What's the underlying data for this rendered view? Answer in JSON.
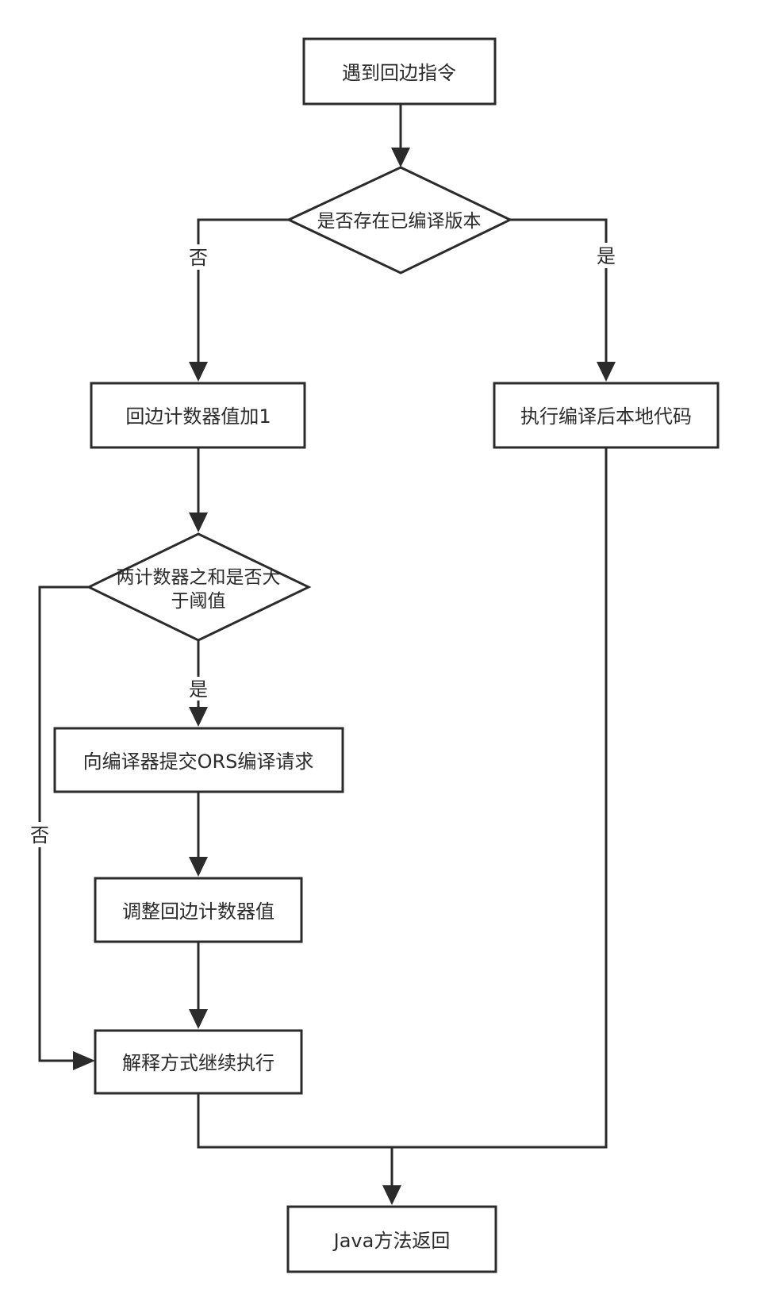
{
  "nodes": {
    "start": "遇到回边指令",
    "check_compiled": "是否存在已编译版本",
    "increment_counter": "回边计数器值加1",
    "run_native": "执行编译后本地代码",
    "threshold_line1": "两计数器之和是否大",
    "threshold_line2": "于阈值",
    "submit_osr": "向编译器提交ORS编译请求",
    "adjust_counter": "调整回边计数器值",
    "interpret": "解释方式继续执行",
    "return": "Java方法返回"
  },
  "edge_labels": {
    "no_compiled": "否",
    "yes_compiled": "是",
    "yes_threshold": "是",
    "no_threshold": "否"
  }
}
